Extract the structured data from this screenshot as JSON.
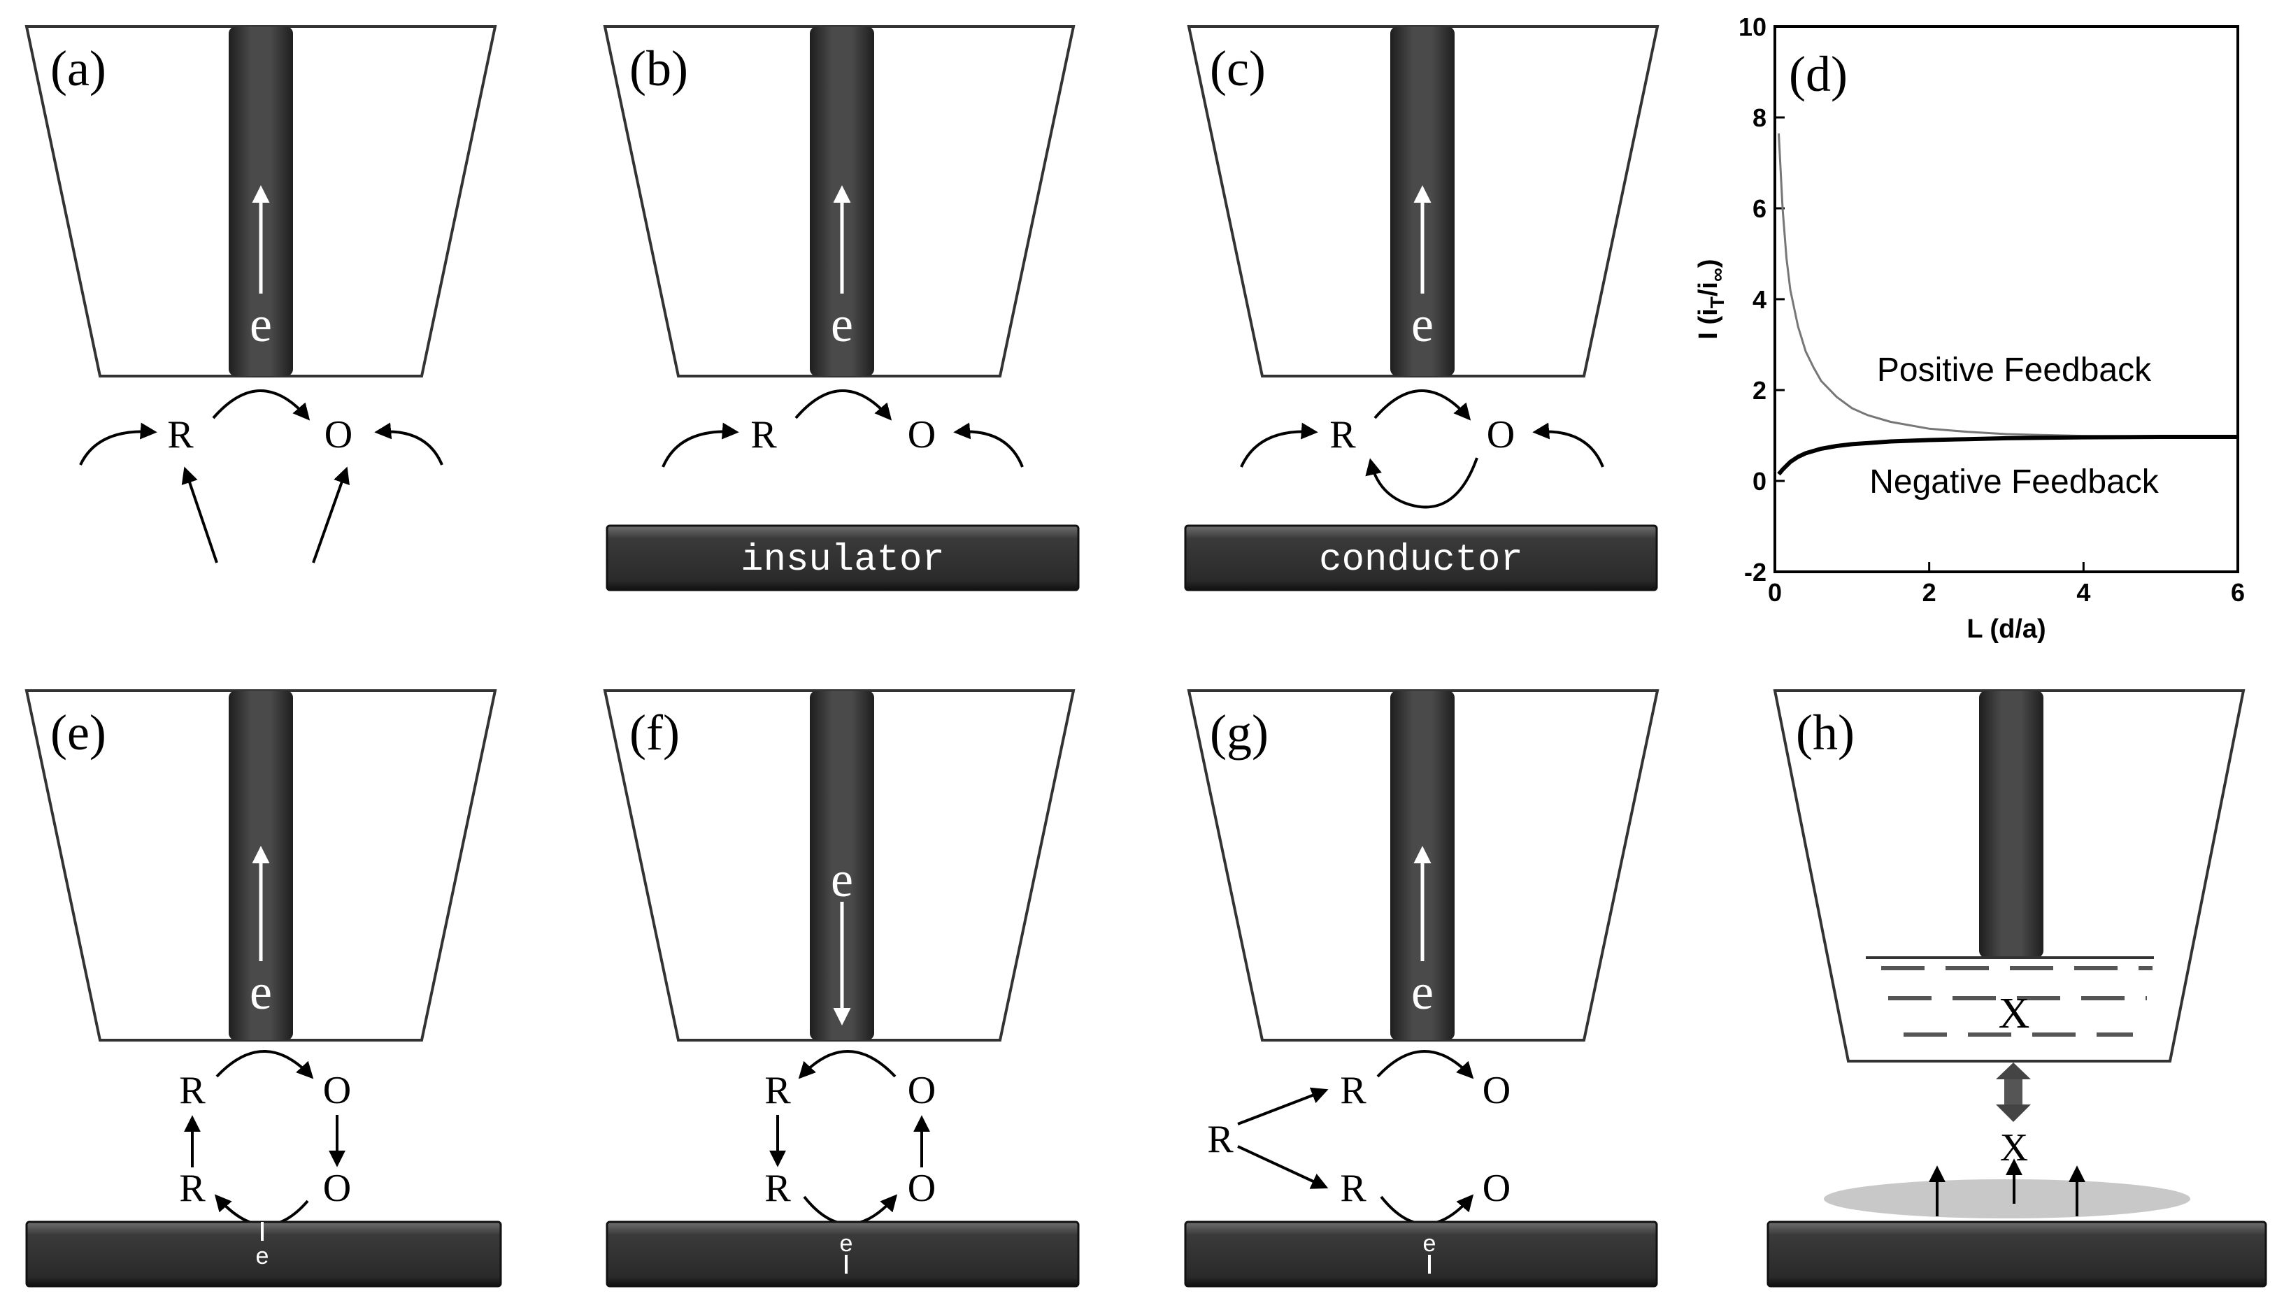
{
  "panels": {
    "a": {
      "label": "(a)",
      "electron": "e",
      "reduced": "R",
      "oxidized": "O"
    },
    "b": {
      "label": "(b)",
      "electron": "e",
      "reduced": "R",
      "oxidized": "O",
      "substrate": "insulator"
    },
    "c": {
      "label": "(c)",
      "electron": "e",
      "reduced": "R",
      "oxidized": "O",
      "substrate": "conductor"
    },
    "d": {
      "label": "(d)"
    },
    "e": {
      "label": "(e)",
      "electron": "e",
      "tip_reduced": "R",
      "tip_oxidized": "O",
      "sub_reduced": "R",
      "sub_oxidized": "O",
      "sub_electron": "e"
    },
    "f": {
      "label": "(f)",
      "electron": "e",
      "tip_reduced": "R",
      "tip_oxidized": "O",
      "sub_reduced": "R",
      "sub_oxidized": "O",
      "sub_electron": "e"
    },
    "g": {
      "label": "(g)",
      "electron": "e",
      "source": "R",
      "tip_reduced": "R",
      "tip_oxidized": "O",
      "sub_reduced": "R",
      "sub_oxidized": "O",
      "sub_electron": "e"
    },
    "h": {
      "label": "(h)",
      "species_tip": "X",
      "species_gap": "X"
    }
  },
  "chart_data": {
    "type": "line",
    "xlabel": "L (d/a)",
    "ylabel": "I (iT/i∞)",
    "xlim": [
      0,
      6
    ],
    "ylim": [
      -2,
      10
    ],
    "xticks": [
      "0",
      "2",
      "4",
      "6"
    ],
    "yticks": [
      "-2",
      "0",
      "2",
      "4",
      "6",
      "8",
      "10"
    ],
    "series": [
      {
        "name": "Positive Feedback",
        "color": "#777777",
        "x": [
          0.05,
          0.1,
          0.15,
          0.2,
          0.3,
          0.4,
          0.5,
          0.6,
          0.8,
          1.0,
          1.2,
          1.5,
          2.0,
          2.5,
          3.0,
          3.5,
          4.0,
          5.0,
          6.0
        ],
        "y": [
          7.65,
          6.0,
          4.9,
          4.2,
          3.4,
          2.85,
          2.5,
          2.2,
          1.85,
          1.6,
          1.45,
          1.3,
          1.15,
          1.08,
          1.03,
          1.01,
          0.99,
          0.98,
          0.97
        ]
      },
      {
        "name": "Negative Feedback",
        "color": "#000000",
        "x": [
          0.05,
          0.1,
          0.2,
          0.3,
          0.4,
          0.6,
          0.8,
          1.0,
          1.5,
          2.0,
          2.5,
          3.0,
          4.0,
          5.0,
          6.0
        ],
        "y": [
          0.15,
          0.25,
          0.42,
          0.53,
          0.61,
          0.71,
          0.77,
          0.81,
          0.87,
          0.9,
          0.92,
          0.94,
          0.96,
          0.97,
          0.97
        ]
      }
    ]
  },
  "colors": {
    "electrode": "#3a3a3a",
    "substrate": "#2e2e2e",
    "spot": "#c8c8c8",
    "line": "#000000"
  }
}
